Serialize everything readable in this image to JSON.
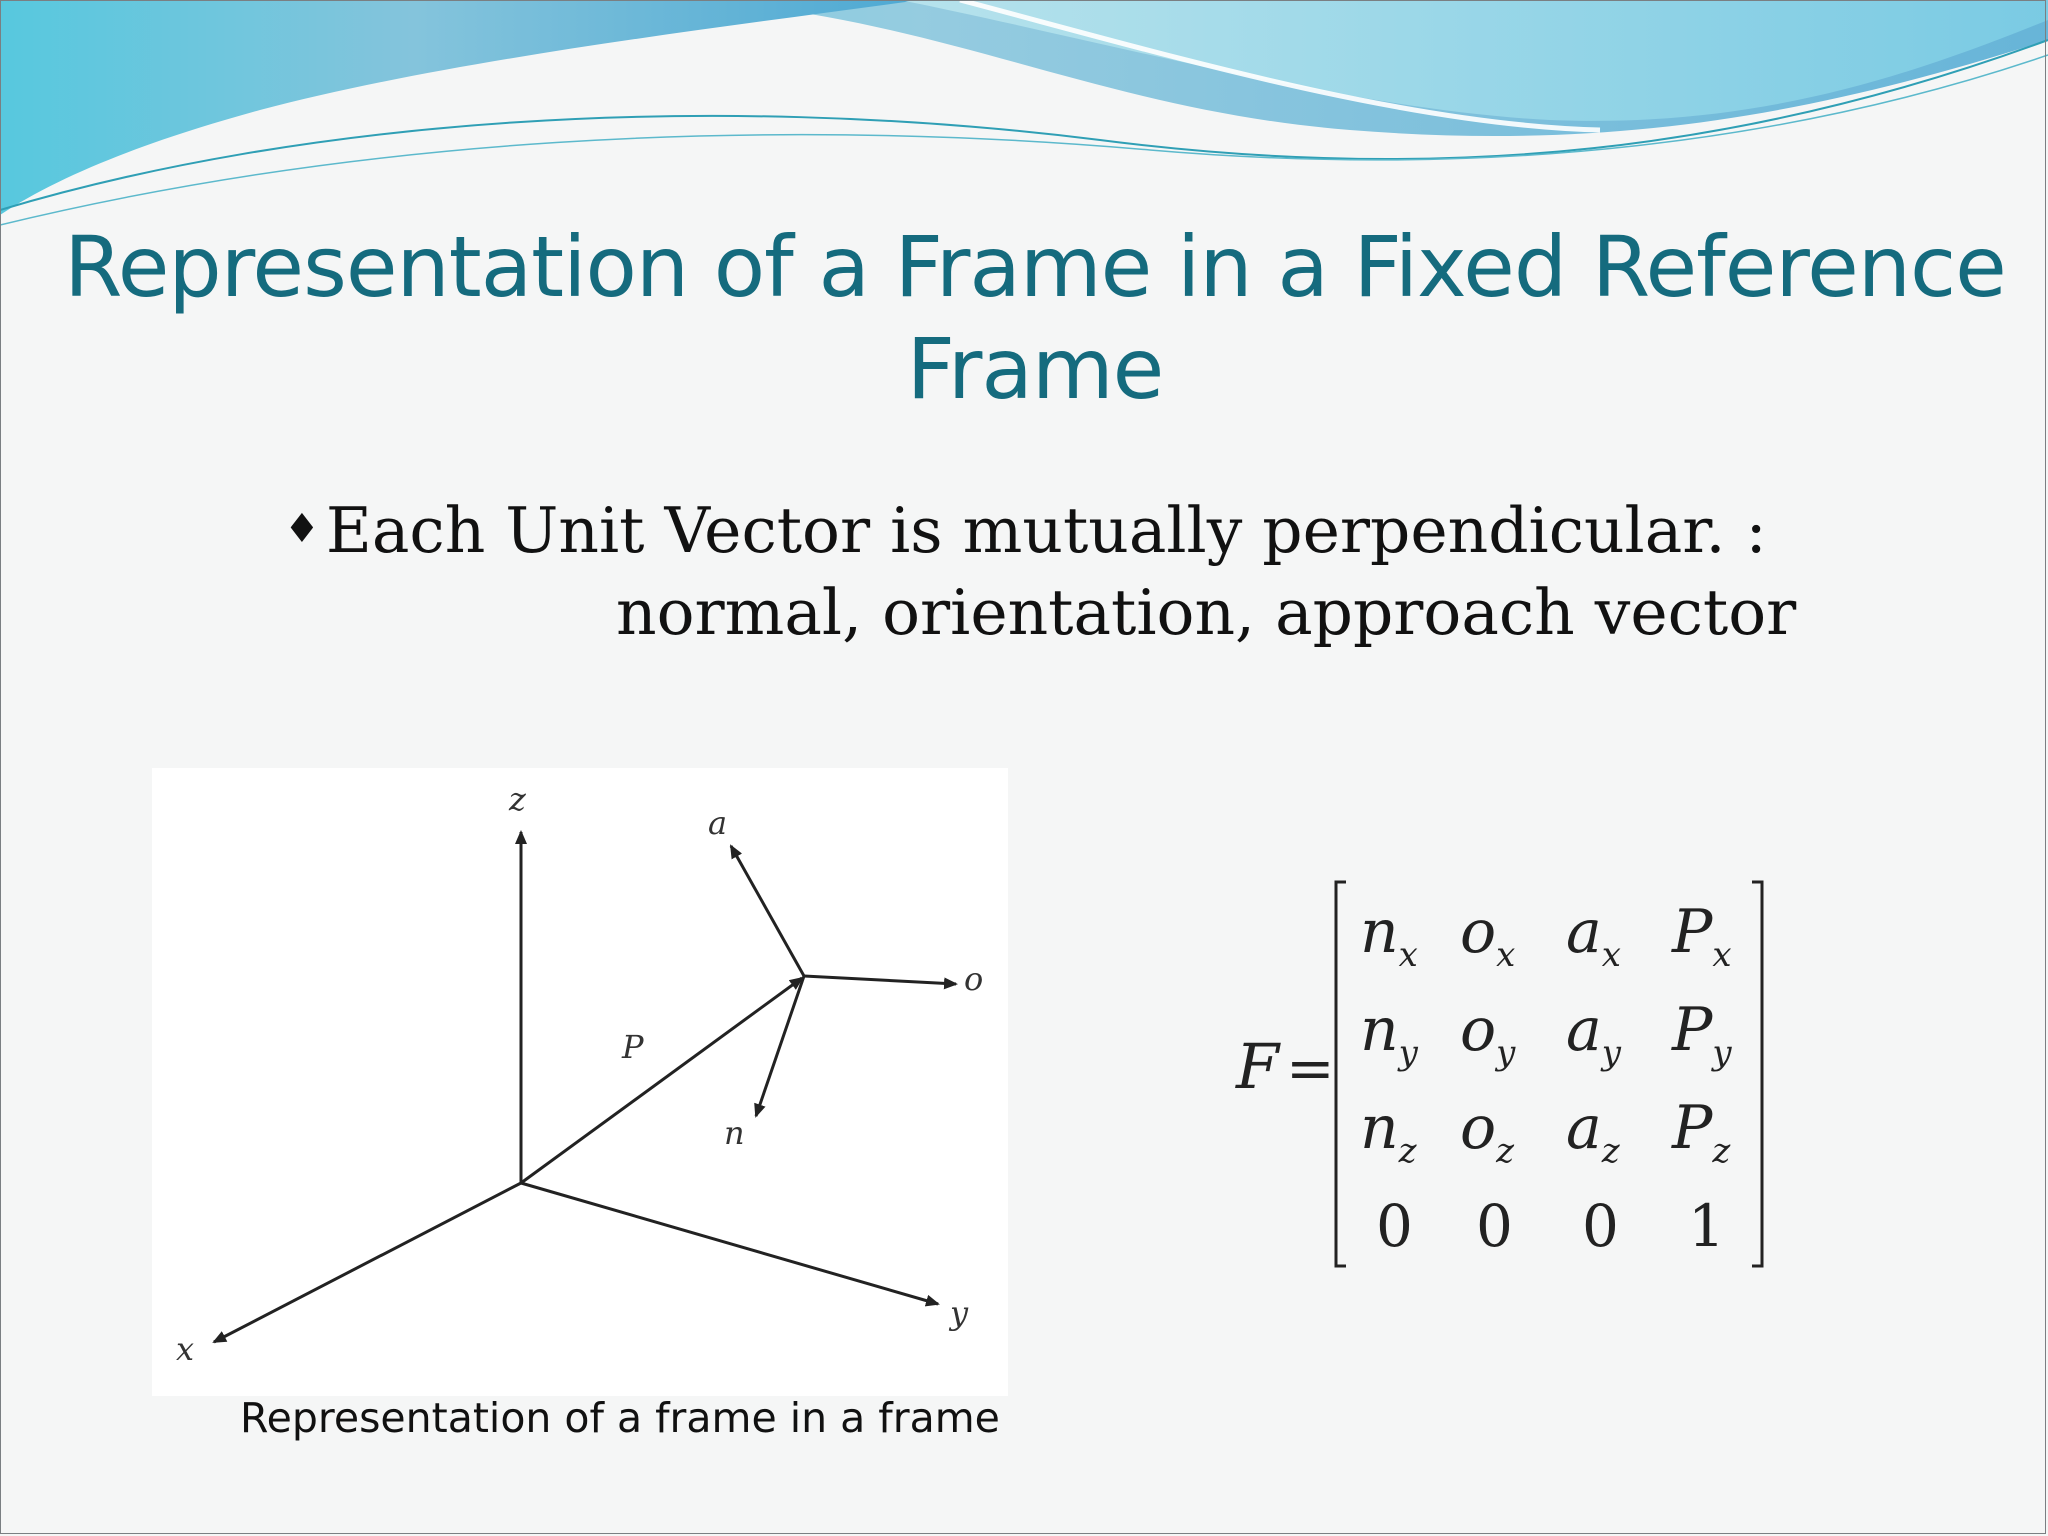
{
  "slide": {
    "title": "Representation of a Frame in a Fixed Reference Frame",
    "bullet": {
      "line1": "Each Unit Vector is mutually perpendicular. :",
      "line2": "normal, orientation, approach vector"
    },
    "caption": "Representation of a frame in a frame"
  },
  "diagram": {
    "axis_labels": {
      "z": "z",
      "x": "x",
      "y": "y",
      "a": "a",
      "o": "o",
      "n": "n",
      "P": "P"
    }
  },
  "matrix": {
    "lhs": "F",
    "equals": "=",
    "rows": [
      [
        {
          "base": "n",
          "sub": "x"
        },
        {
          "base": "o",
          "sub": "x"
        },
        {
          "base": "a",
          "sub": "x"
        },
        {
          "base": "P",
          "sub": "x"
        }
      ],
      [
        {
          "base": "n",
          "sub": "y"
        },
        {
          "base": "o",
          "sub": "y"
        },
        {
          "base": "a",
          "sub": "y"
        },
        {
          "base": "P",
          "sub": "y"
        }
      ],
      [
        {
          "base": "n",
          "sub": "z"
        },
        {
          "base": "o",
          "sub": "z"
        },
        {
          "base": "a",
          "sub": "z"
        },
        {
          "base": "P",
          "sub": "z"
        }
      ],
      [
        {
          "base": "0",
          "sub": ""
        },
        {
          "base": "0",
          "sub": ""
        },
        {
          "base": "0",
          "sub": ""
        },
        {
          "base": "1",
          "sub": ""
        }
      ]
    ]
  },
  "colors": {
    "title": "#156b7e",
    "wave_dark": "#5fb6cf",
    "wave_light": "#a9dbe6"
  }
}
